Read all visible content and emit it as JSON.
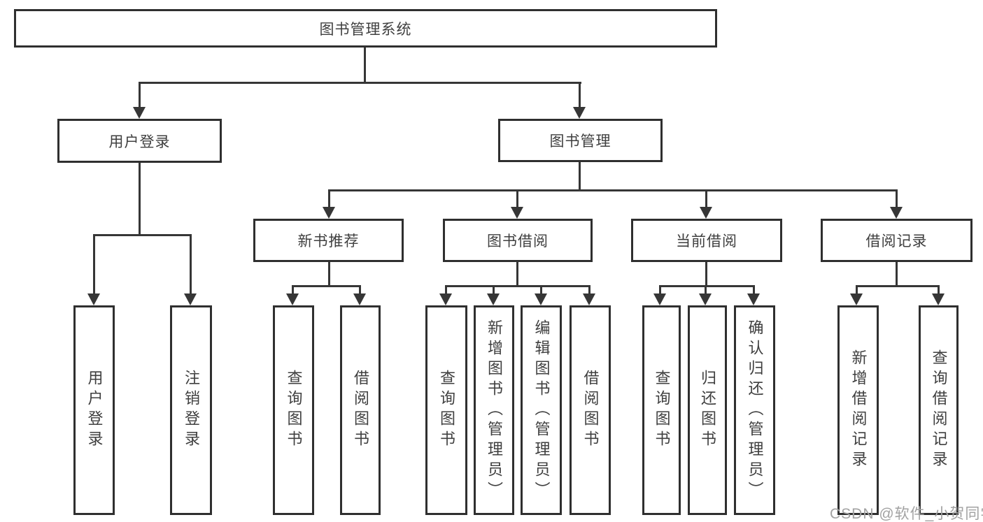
{
  "diagram_title": "图书管理系统",
  "watermark": "CSDN @软件_小贺同学",
  "colors": {
    "line": "#363636",
    "box_border": "#2f2f2f",
    "text": "#3f3f3f",
    "watermark": "#a2a2a2",
    "background": "#ffffff"
  },
  "tree": {
    "label": "图书管理系统",
    "children": [
      {
        "label": "用户登录",
        "children": [
          {
            "label": "用户登录"
          },
          {
            "label": "注销登录"
          }
        ]
      },
      {
        "label": "图书管理",
        "children": [
          {
            "label": "新书推荐",
            "children": [
              {
                "label": "查询图书"
              },
              {
                "label": "借阅图书"
              }
            ]
          },
          {
            "label": "图书借阅",
            "children": [
              {
                "label": "查询图书"
              },
              {
                "label": "新增图书（管理员）"
              },
              {
                "label": "编辑图书（管理员）"
              },
              {
                "label": "借阅图书"
              }
            ]
          },
          {
            "label": "当前借阅",
            "children": [
              {
                "label": "查询图书"
              },
              {
                "label": "归还图书"
              },
              {
                "label": "确认归还（管理员）"
              }
            ]
          },
          {
            "label": "借阅记录",
            "children": [
              {
                "label": "新增借阅记录"
              },
              {
                "label": "查询借阅记录"
              }
            ]
          }
        ]
      }
    ]
  }
}
